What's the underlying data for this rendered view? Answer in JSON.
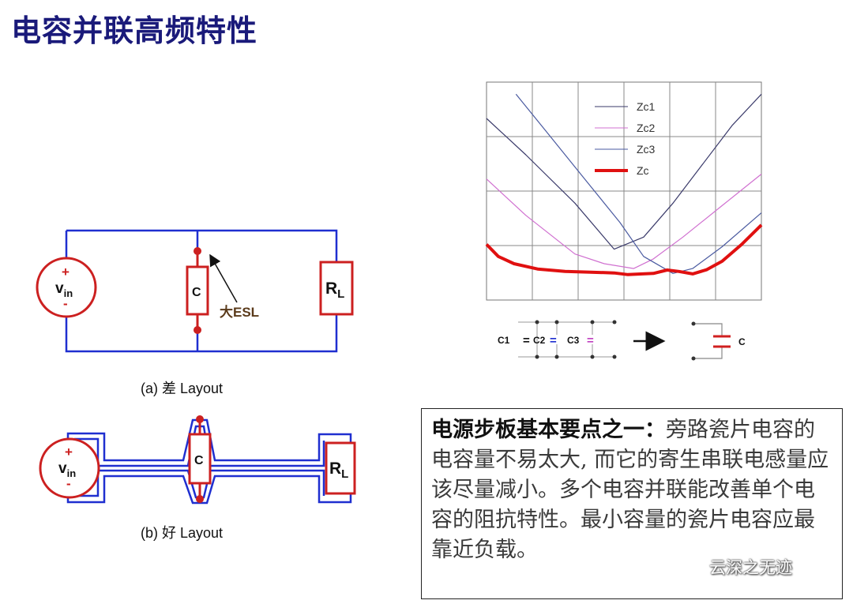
{
  "title": "电容并联高频特性",
  "circuit_a": {
    "vin_label": "v",
    "vin_sub": "in",
    "plus": "+",
    "minus": "-",
    "cap_label": "C",
    "load_label": "R",
    "load_sub": "L",
    "esl_annotation": "大ESL",
    "caption": "(a) 差 Layout"
  },
  "circuit_b": {
    "vin_label": "v",
    "vin_sub": "in",
    "plus": "+",
    "minus": "-",
    "cap_label": "C",
    "load_label": "R",
    "load_sub": "L",
    "caption": "(b) 好 Layout"
  },
  "chart_data": {
    "type": "line",
    "title": "",
    "xlabel": "",
    "ylabel": "",
    "grid": true,
    "legend_position": "top-center",
    "series": [
      {
        "name": "Zc1",
        "color": "#3a3a6a",
        "points": [
          [
            0,
            11.5
          ],
          [
            2,
            10
          ],
          [
            4.5,
            8
          ],
          [
            6.5,
            6.1
          ],
          [
            8,
            6.6
          ],
          [
            9.5,
            8
          ],
          [
            11,
            9.6
          ],
          [
            12.5,
            11.2
          ],
          [
            14,
            12.5
          ]
        ]
      },
      {
        "name": "Zc2",
        "color": "#d070d0",
        "points": [
          [
            0,
            9
          ],
          [
            2,
            7.5
          ],
          [
            4.5,
            5.9
          ],
          [
            6,
            5.5
          ],
          [
            7.5,
            5.3
          ],
          [
            8.5,
            5.7
          ],
          [
            10,
            6.6
          ],
          [
            12,
            7.9
          ],
          [
            14,
            9.2
          ]
        ]
      },
      {
        "name": "Zc3",
        "color": "#4a5aa0",
        "points": [
          [
            1.5,
            12.5
          ],
          [
            3,
            11
          ],
          [
            5,
            9
          ],
          [
            6.8,
            7.2
          ],
          [
            8,
            5.8
          ],
          [
            9.5,
            5.1
          ],
          [
            10.5,
            5.3
          ],
          [
            12,
            6.2
          ],
          [
            14,
            7.6
          ]
        ]
      },
      {
        "name": "Zc",
        "color": "#e01010",
        "points": [
          [
            0,
            6.3
          ],
          [
            0.6,
            5.8
          ],
          [
            1.4,
            5.5
          ],
          [
            2.6,
            5.28
          ],
          [
            4,
            5.18
          ],
          [
            5.3,
            5.15
          ],
          [
            6.5,
            5.12
          ],
          [
            7.2,
            5.05
          ],
          [
            8.5,
            5.1
          ],
          [
            9.2,
            5.24
          ],
          [
            9.8,
            5.18
          ],
          [
            10.5,
            5.08
          ],
          [
            11.2,
            5.25
          ],
          [
            12,
            5.6
          ],
          [
            13,
            6.3
          ],
          [
            14,
            7.1
          ]
        ]
      }
    ]
  },
  "equivalence": {
    "c1": "C1",
    "c2": "C2",
    "c3": "C3",
    "eq_sign": "=",
    "result": "C"
  },
  "note": {
    "lead": "电源步板基本要点之一：",
    "body": "旁路瓷片电容的电容量不易太大, 而它的寄生串联电感量应该尽量减小。多个电容并联能改善单个电容的阻抗特性。最小容量的瓷片电容应最靠近负载。"
  },
  "watermark": "云深之无迹",
  "colors": {
    "wire": "#1f2fd0",
    "component": "#cc2020",
    "title": "#1a1a7a"
  }
}
